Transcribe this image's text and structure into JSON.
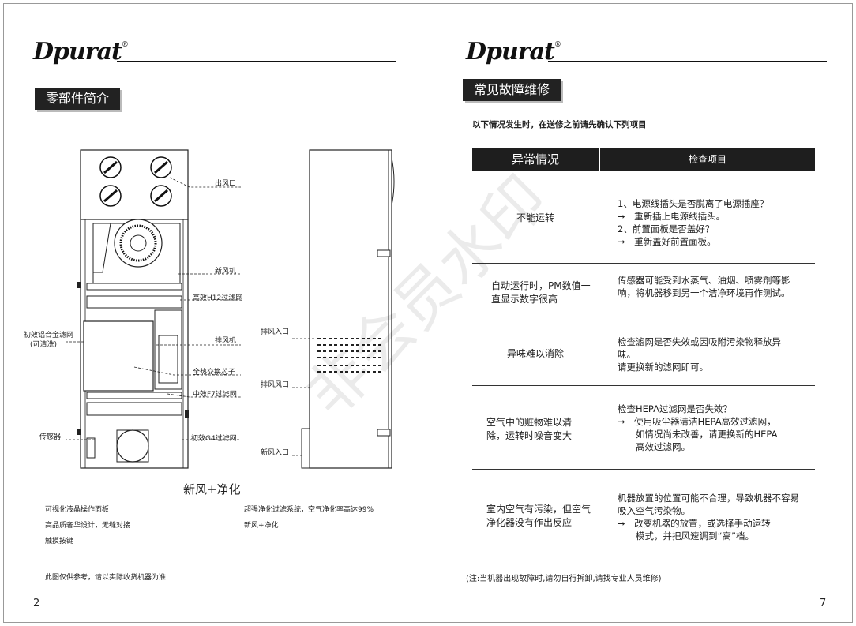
{
  "brand": "Dpurat",
  "registered": "®",
  "left": {
    "section_title": "零部件简介",
    "labels": {
      "outlet": "出风口",
      "fresh_fan": "新风机",
      "h12": "高效H12过滤网",
      "al_filter": "初效铝合金滤网",
      "al_filter_sub": "(可清洗)",
      "exhaust_fan": "排风机",
      "exchanger": "全热交换芯子",
      "f7": "中效F7过滤网",
      "sensor": "传感器",
      "g4": "初效G4过滤网",
      "exhaust_in": "排风入口",
      "exhaust_out": "排风风口",
      "fresh_in": "新风入口"
    },
    "caption": "新风+净化",
    "features_left": [
      "可视化液晶操作面板",
      "高品质奢华设计，无缝对接",
      "触摸按键"
    ],
    "features_right": [
      "超强净化过滤系统，空气净化率高达99%",
      "新风+净化"
    ],
    "note": "此图仅供参考，请以实际收货机器为准",
    "page_number": "2"
  },
  "right": {
    "section_title": "常见故障维修",
    "intro": "以下情况发生时，在送修之前请先确认下列项目",
    "table_headers": [
      "异常情况",
      "检查项目"
    ],
    "rows": [
      {
        "problem": "不能运转",
        "check": [
          "1、电源线插头是否脱离了电源插座？",
          "➞　重新插上电源线插头。",
          "2、前置面板是否盖好？",
          "➞　重新盖好前置面板。"
        ]
      },
      {
        "problem": "自动运行时，PM数值一直显示数字很高",
        "check": [
          "传感器可能受到水蒸气、油烟、喷雾剂等影响，将机器移到另一个洁净环境再作测试。"
        ]
      },
      {
        "problem": "异味难以消除",
        "check": [
          "检查滤网是否失效或因吸附污染物释放异味。",
          "请更换新的滤网即可。"
        ]
      },
      {
        "problem": "空气中的赃物难以清除，运转时噪音变大",
        "check": [
          "检查HEPA过滤网是否失效？",
          "➞　使用吸尘器清洁HEPA高效过滤网，",
          "　　如情况尚未改善，请更换新的HEPA",
          "　　高效过滤网。"
        ]
      },
      {
        "problem": "室内空气有污染，但空气净化器没有作出反应",
        "check": [
          "机器放置的位置可能不合理，导致机器不容易吸入空气污染物。",
          "➞　改变机器的放置，或选择手动运转",
          "　　模式，并把风速调到“高”档。"
        ]
      }
    ],
    "note": "(注:当机器出现故障时,请勿自行拆卸,请找专业人员维修)",
    "page_number": "7"
  },
  "watermark": "非会员水印"
}
